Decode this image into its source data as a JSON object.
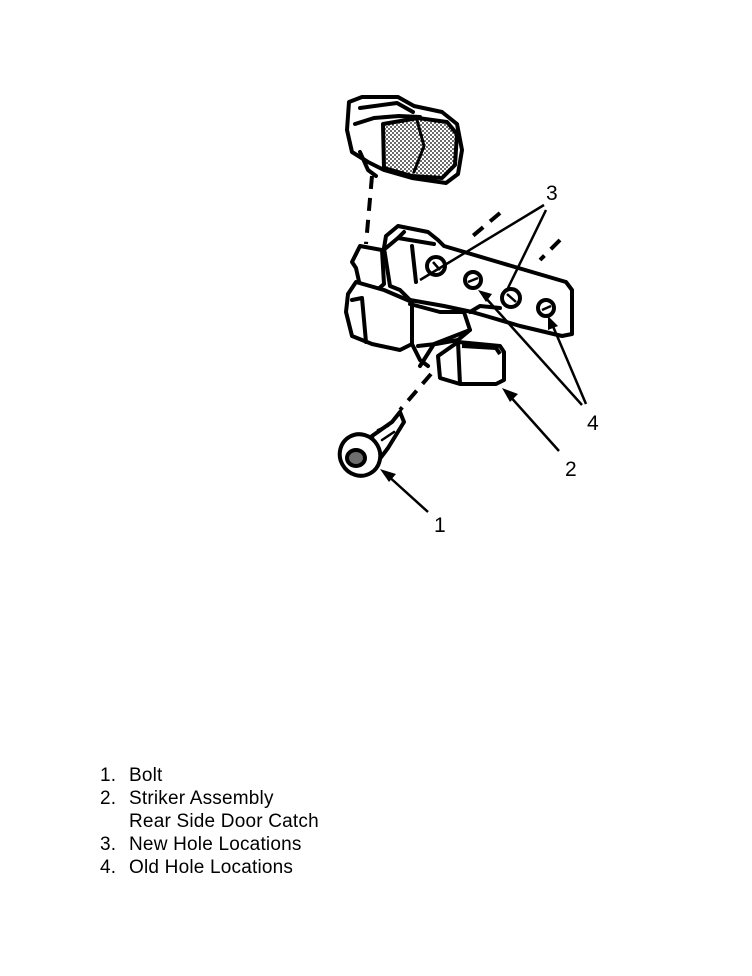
{
  "callouts": {
    "c1": "1",
    "c2": "2",
    "c3": "3",
    "c4": "4"
  },
  "legend": [
    {
      "num": "1.",
      "text": "Bolt"
    },
    {
      "num": "2.",
      "text": "Striker Assembly"
    },
    {
      "num": "",
      "text": "Rear Side Door Catch"
    },
    {
      "num": "3.",
      "text": "New Hole Locations"
    },
    {
      "num": "4.",
      "text": "Old Hole Locations"
    }
  ],
  "colors": {
    "line": "#000000",
    "shade": "#6e6e6e",
    "background": "#ffffff"
  }
}
